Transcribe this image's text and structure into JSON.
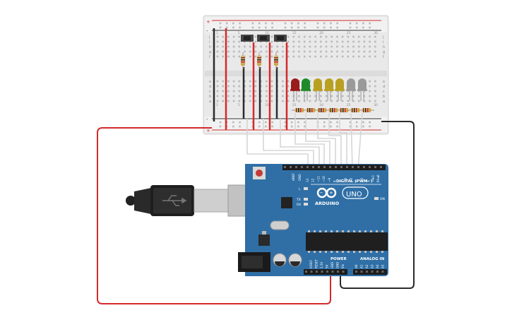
{
  "breadboard": {
    "plus_label": "+",
    "minus_label": "-",
    "row_letters_top": [
      "j",
      "i",
      "h",
      "g",
      "f"
    ],
    "row_letters_bottom": [
      "e",
      "d",
      "c",
      "b",
      "a"
    ],
    "column_numbers": [
      "1",
      "5",
      "10",
      "15",
      "20",
      "25",
      "30"
    ]
  },
  "leds": {
    "colors": [
      "#9b1c1c",
      "#1e8a2a",
      "#b9a020",
      "#b9a020",
      "#b9a020",
      "#9a9a9a",
      "#9a9a9a"
    ]
  },
  "arduino": {
    "brand": "ARDUINO",
    "model": "UNO",
    "digital_label": "DIGITAL (PWM~)",
    "power_label": "POWER",
    "analog_label": "ANALOG IN",
    "on_label": "ON",
    "led_l": "L",
    "led_tx": "TX",
    "led_rx": "RX",
    "pin_aref": "AREF",
    "pin_gnd": "GND",
    "digital_pins": [
      "13",
      "12",
      "~11",
      "~10",
      "~9",
      "8",
      "7",
      "~6",
      "~5",
      "4",
      "~3",
      "2",
      "TX▸1",
      "RX◂0"
    ],
    "power_pins": [
      "IOREF",
      "RESET",
      "3.3V",
      "5V",
      "GND",
      "GND",
      "Vin"
    ],
    "analog_pins": [
      "A0",
      "A1",
      "A2",
      "A3",
      "A4",
      "A5"
    ],
    "board_color": "#2f6fa6"
  },
  "wires": {
    "red": "#d42a2a",
    "black": "#2b2b2b",
    "white": "#f2f2f2"
  }
}
